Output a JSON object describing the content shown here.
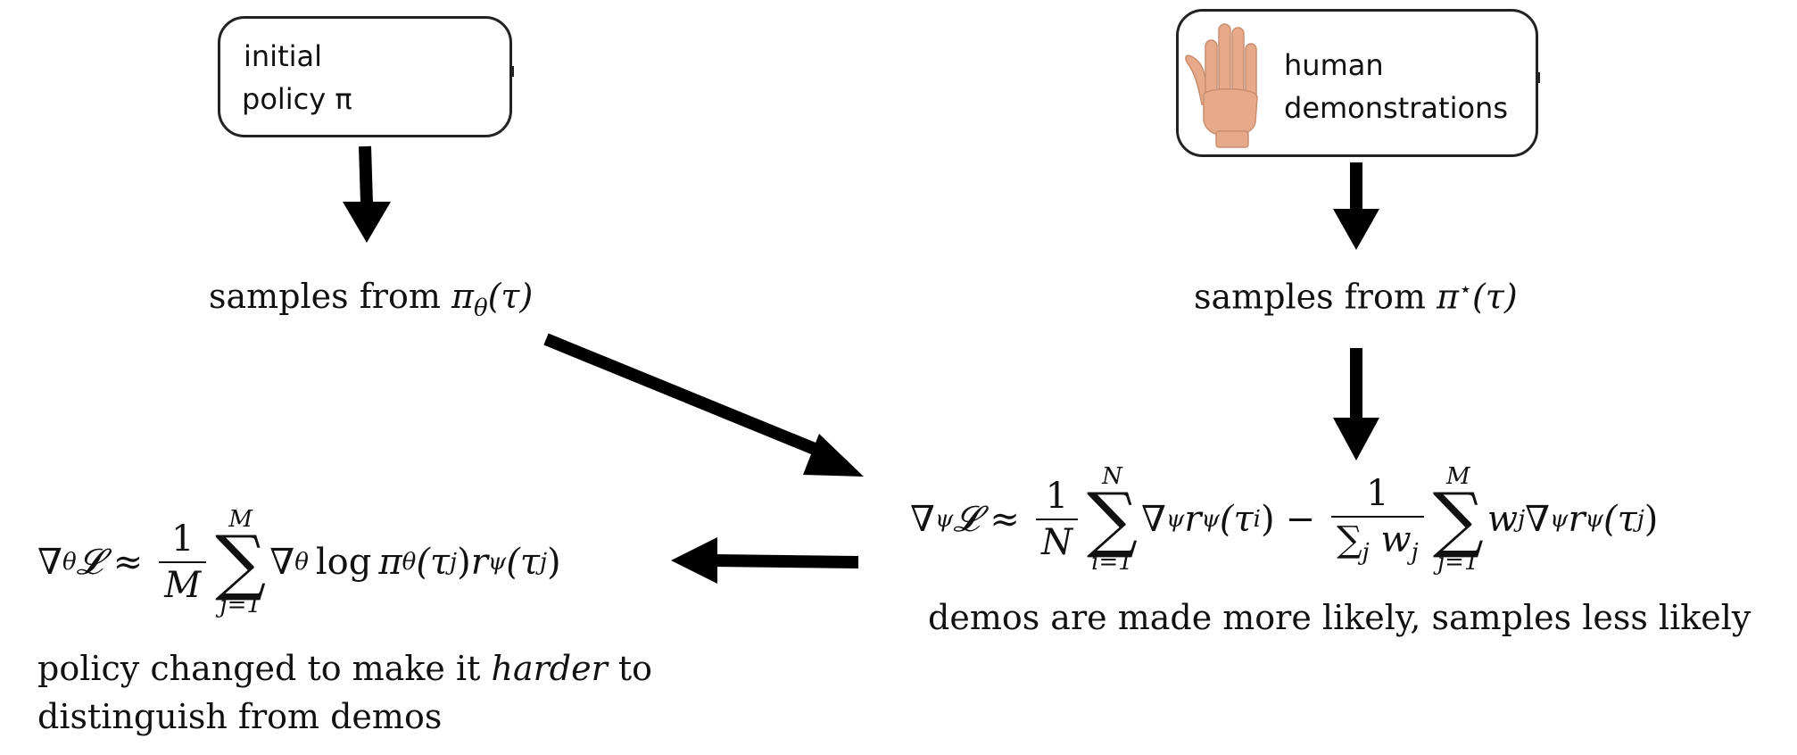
{
  "policy_box": {
    "line1": "initial",
    "line2": "policy π"
  },
  "human_box": {
    "line1": "human",
    "line2": "demonstrations"
  },
  "samples_policy": {
    "text": "samples from ",
    "math": "π",
    "sub": "θ",
    "arg": "(τ)"
  },
  "samples_human": {
    "text": "samples from ",
    "math": "π",
    "sup": "⋆",
    "arg": "(τ)"
  },
  "reward_formula": {
    "lhs": "∇",
    "lhs_sub": "ψ",
    "L": "𝓛",
    "approx": "≈",
    "frac1_num": "1",
    "frac1_den": "N",
    "sum1_top": "N",
    "sum1_bottom": "i=1",
    "term1": "∇",
    "term1_sub": "ψ",
    "term1_r": "r",
    "term1_rsub": "ψ",
    "term1_arg": "(τ",
    "term1_argsub": "i",
    "term1_close": ")",
    "minus": "−",
    "frac2_num": "1",
    "frac2_den": "∑",
    "frac2_den_sub": "j",
    "frac2_den_w": "w",
    "frac2_den_wsub": "j",
    "sum2_top": "M",
    "sum2_bottom": "j=1",
    "term2_w": "w",
    "term2_wsub": "j",
    "term2": "∇",
    "term2_sub": "ψ",
    "term2_r": "r",
    "term2_rsub": "ψ",
    "term2_arg": "(τ",
    "term2_argsub": "j",
    "term2_close": ")"
  },
  "reward_caption": "demos are made more likely, samples less likely",
  "policy_formula": {
    "lhs": "∇",
    "lhs_sub": "θ",
    "L": "𝓛",
    "approx": "≈",
    "frac_num": "1",
    "frac_den": "M",
    "sum_top": "M",
    "sum_bottom": "j=1",
    "grad": "∇",
    "grad_sub": "θ",
    "log": "log",
    "pi": "π",
    "pi_sub": "θ",
    "arg": "(τ",
    "arg_sub": "j",
    "close": ")",
    "r": "r",
    "r_sub": "ψ",
    "r_arg": "(τ",
    "r_argsub": "j",
    "r_close": ")"
  },
  "policy_caption": {
    "before": "policy changed to make it ",
    "emph": "harder",
    "after": " to",
    "line2": "distinguish from demos"
  },
  "colors": {
    "skin": "#e6a98a",
    "ink": "#000000"
  }
}
